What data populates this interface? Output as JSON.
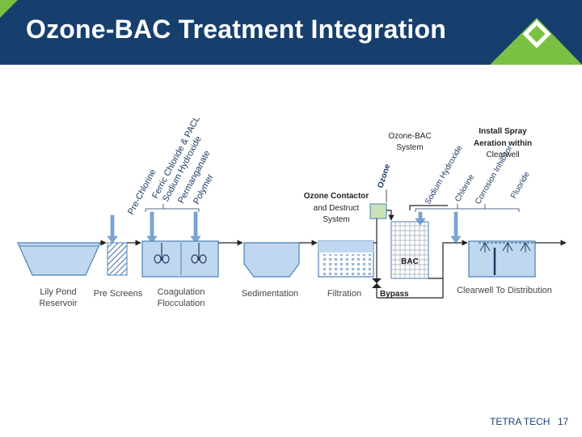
{
  "slide": {
    "title": "Ozone-BAC Treatment Integration",
    "footer_company": "TETRA TECH",
    "page_number": "17"
  },
  "colors": {
    "header": "#173f6e",
    "accent": "#7ac143",
    "process_fill": "#bfd8ef",
    "arrow": "#7ba6d3",
    "line": "#222222"
  },
  "diagram": {
    "chemicals": {
      "pre_chlorine": "Pre-Chlorine",
      "ferric_chloride_pacl": "Ferric Chloride & PACL",
      "sodium_hydroxide": "Sodium Hydroxide",
      "permanganate": "Permanganate",
      "polymer": "Polymer",
      "ozone": "Ozone",
      "sodium_hydroxide_2": "Sodium Hydroxide",
      "chlorine": "Chlorine",
      "corrosion_inhibitor": "Corrosion Inhibitor",
      "fluoride": "Fluoride"
    },
    "callouts": {
      "ozone_bac_l1": "Ozone-BAC",
      "ozone_bac_l2": "System",
      "spray_l1": "Install Spray",
      "spray_l2": "Aeration within",
      "spray_l3": "Clearwell",
      "contactor_l1": "Ozone Contactor",
      "contactor_l2": "and Destruct",
      "contactor_l3": "System"
    },
    "units": {
      "reservoir_l1": "Lily Pond",
      "reservoir_l2": "Reservoir",
      "prescreens": "Pre Screens",
      "coag_l1": "Coagulation",
      "coag_l2": "Flocculation",
      "sedimentation": "Sedimentation",
      "filtration": "Filtration",
      "bac": "BAC",
      "bypass": "Bypass",
      "clearwell": "Clearwell To Distribution"
    }
  }
}
